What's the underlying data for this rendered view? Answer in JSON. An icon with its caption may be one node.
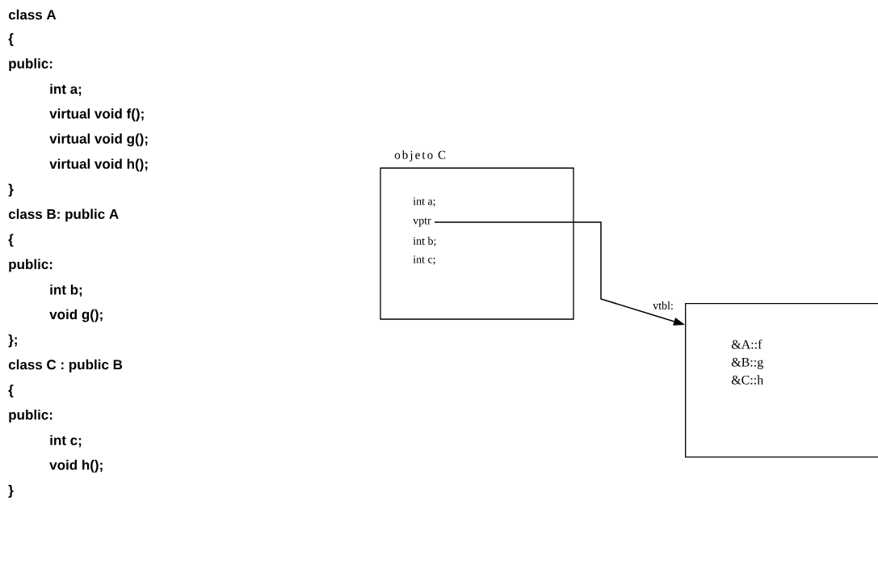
{
  "diagram": {
    "nodes": [
      {
        "text": [
          "objeto C",
          "int a;",
          "int b;",
          "int c;"
        ]
      },
      {
        "text": [
          "vptr"
        ],
        "in": 0
      },
      {
        "text": [
          "vtbl:",
          "&A::f &B::g &C::h"
        ]
      }
    ],
    "edges": [
      {
        "from": 1,
        "to": 2,
        "arrow": "to"
      }
    ],
    "labels": [
      "class A",
      "{",
      "public:",
      "int a;",
      "virtual void f();",
      "virtual void g();",
      "virtual void h();",
      "}",
      "class B: public A",
      "{",
      "public:",
      "int b;",
      "void g();",
      "};",
      "class C : public B",
      "{",
      "public:",
      "int c;",
      "void h();",
      "}"
    ]
  }
}
